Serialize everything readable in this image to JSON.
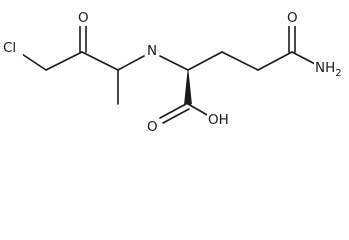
{
  "molecule": {
    "atoms": {
      "chlorine": "Cl",
      "ketone_oxygen": "O",
      "amine_nitrogen": "N",
      "amide_oxygen": "O",
      "amide_nitrogen": "NH",
      "amide_nitrogen_subscript": "2",
      "acid_oxygen": "O",
      "acid_hydroxyl": "OH"
    },
    "colors": {
      "bond": "#1a1a1a",
      "label": "#1a1a1a",
      "background": "#ffffff"
    }
  }
}
